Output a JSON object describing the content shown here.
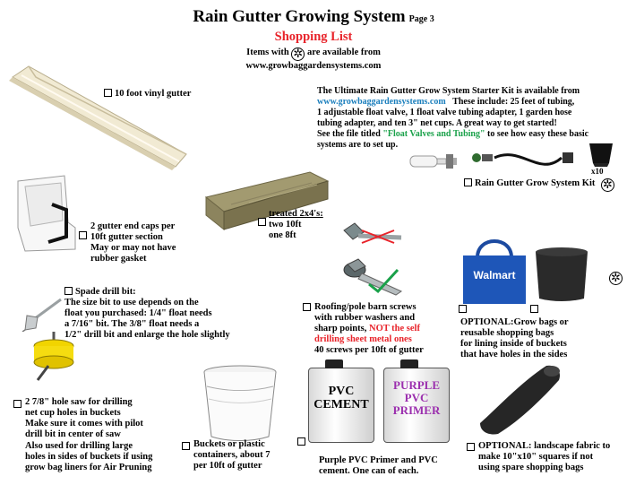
{
  "header": {
    "title": "Rain Gutter Growing System",
    "page": "Page 3",
    "subtitle": "Shopping List",
    "star_note_pre": "Items with",
    "star_note_post": "are available from",
    "website": "www.growbaggardensystems.com"
  },
  "star_glyph": "✲",
  "colors": {
    "red": "#e8232a",
    "green": "#1aa14a",
    "link": "#1b7fbd"
  },
  "items": {
    "gutter": {
      "label": "10 foot vinyl gutter"
    },
    "end_caps": {
      "lines": [
        "2 gutter end caps per",
        "10ft gutter section",
        "May or may not have",
        "rubber gasket"
      ]
    },
    "lumber": {
      "line1": "treated 2x4's:",
      "line2": "two 10ft",
      "line3": "one 8ft"
    },
    "kit": {
      "l1": "The Ultimate Rain Gutter Grow System Starter Kit is available from",
      "l2_link": "www.growbaggardensystems.com",
      "l2_rest": "These include:  25 feet of tubing,",
      "l3": "1 adjustable float valve,  1 float valve tubing adapter, 1 garden hose",
      "l4": "tubing adapter,  and ten 3\" net cups.  A great way to get started!",
      "l5_pre": "See the file titled ",
      "l5_link": "\"Float Valves and Tubing\"",
      "l5_post": " to see how easy these basic",
      "l6": "systems are to set up.",
      "label": "Rain Gutter Grow System Kit",
      "cups_count": "x10"
    },
    "drill_bit": {
      "lines": [
        "Spade drill bit:",
        "The size bit to use depends on the",
        "float you purchased:  1/4\" float needs",
        "a 7/16\" bit.  The 3/8\" float needs a",
        "1/2\" drill bit and enlarge the hole slightly"
      ]
    },
    "screws": {
      "l1": "Roofing/pole barn screws",
      "l2": "with rubber washers and",
      "l3_pre": "sharp points, ",
      "l3_red": "NOT the self",
      "l4_red": "drilling sheet metal ones",
      "l5": "40 screws per 10ft of gutter"
    },
    "grow_bags": {
      "lines": [
        "OPTIONAL:Grow bags or",
        "reusable shopping bags",
        "for lining inside of buckets",
        "that have holes in the sides"
      ],
      "shopping_bag_brand": "Walmart"
    },
    "hole_saw": {
      "lines": [
        "2  7/8\" hole saw for drilling",
        "net cup holes in buckets",
        "Make sure it comes with pilot",
        "drill bit in center of saw"
      ],
      "lines2": [
        "Also used for drilling large",
        "holes in sides of buckets if using",
        "grow bag liners for Air Pruning"
      ]
    },
    "buckets": {
      "lines": [
        "Buckets or plastic",
        "containers, about 7",
        "per 10ft of gutter"
      ]
    },
    "pvc": {
      "lines": [
        "Purple PVC Primer and PVC",
        "cement.  One can of each."
      ],
      "can1_l1": "PVC",
      "can1_l2": "CEMENT",
      "can2_l1": "PURPLE",
      "can2_l2": "PVC",
      "can2_l3": "PRIMER"
    },
    "fabric": {
      "lines": [
        "OPTIONAL: landscape fabric to",
        "make 10\"x10\" squares if not",
        "using spare shopping bags"
      ]
    }
  }
}
